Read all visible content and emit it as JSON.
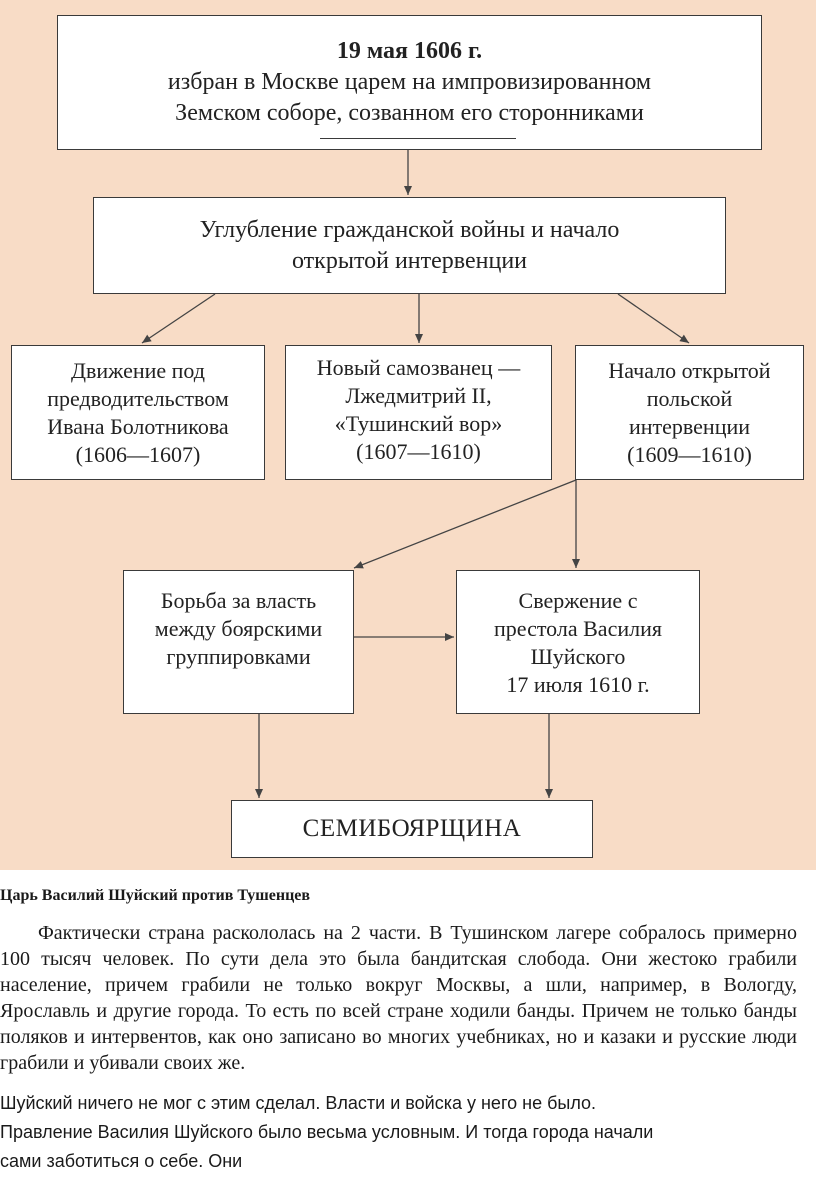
{
  "diagram": {
    "top_box": {
      "date": "19 мая 1606 г.",
      "line1": "избран в Москве царем на импровизированном",
      "line2": "Земском соборе, созванном его сторонниками"
    },
    "deepening_box": {
      "line1": "Углубление гражданской войны и начало",
      "line2": "открытой интервенции"
    },
    "bolotnikov_box": {
      "line1": "Движение под",
      "line2": "предводительством",
      "line3": "Ивана Болотникова",
      "years": "(1606—1607)"
    },
    "impostor_box": {
      "line1": "Новый самозванец —",
      "line2": "Лжедмитрий II,",
      "line3": "«Тушинский вор»",
      "years": "(1607—1610)"
    },
    "polish_box": {
      "line1": "Начало открытой",
      "line2": "польской",
      "line3": "интервенции",
      "years": "(1609—1610)"
    },
    "struggle_box": {
      "line1": "Борьба за власть",
      "line2": "между боярскими",
      "line3": "группировками"
    },
    "overthrow_box": {
      "line1": "Свержение с",
      "line2": "престола Василия",
      "line3": "Шуйского",
      "line4": "17 июля 1610 г."
    },
    "seven_boyars_box": {
      "label": "СЕМИБОЯРЩИНА"
    }
  },
  "article": {
    "heading": "Царь Василий Шуйский против Тушенцев",
    "paragraph": "Фактически страна раскололась на 2 части. В Тушинском лагере собралось примерно 100 тысяч человек. По сути дела это была бандитская слобода. Они жестоко грабили население, причем грабили не только вокруг Москвы, а шли, например, в Вологду, Ярославль и другие города. То есть по всей стране ходили банды. Причем не только банды поляков и интервентов, как оно записано во многих учебниках, но и казаки и русские люди грабили и убивали своих же.",
    "sans_line1": "Шуйский ничего не мог с этим сделал. Власти и войска у него не было.",
    "sans_line2": "Правление Василия Шуйского было весьма условным. И тогда города начали",
    "sans_line3": "сами заботиться о себе. Они"
  },
  "colors": {
    "diagram_background": "#f8dcc6",
    "box_border": "#3a3a3a",
    "arrow": "#444444"
  }
}
